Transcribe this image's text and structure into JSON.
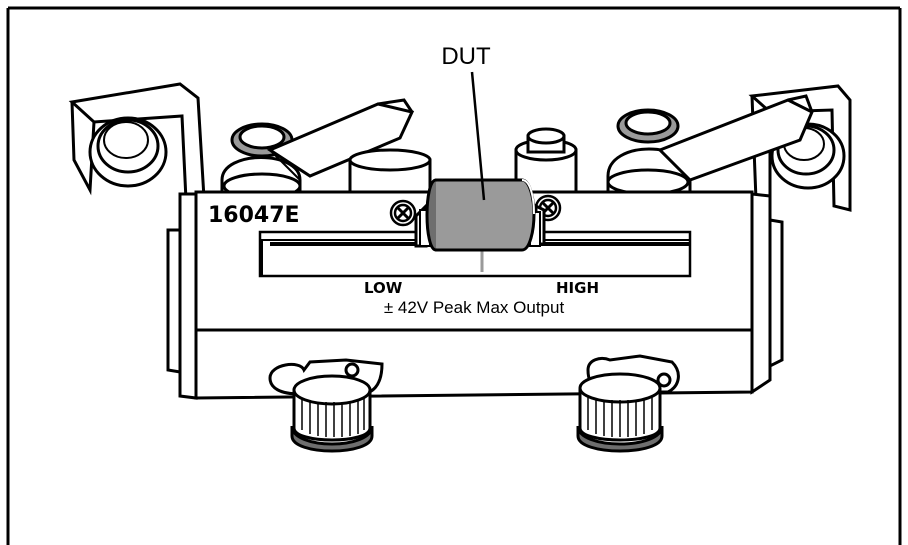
{
  "labels": {
    "dut": "DUT",
    "model": "16047E",
    "low": "LOW",
    "high": "HIGH",
    "output_rating": "± 42V Peak Max Output"
  },
  "colors": {
    "line": "#000000",
    "background": "#ffffff",
    "dut_body": "#9a9a9a",
    "shadow": "#6e6e6e"
  }
}
